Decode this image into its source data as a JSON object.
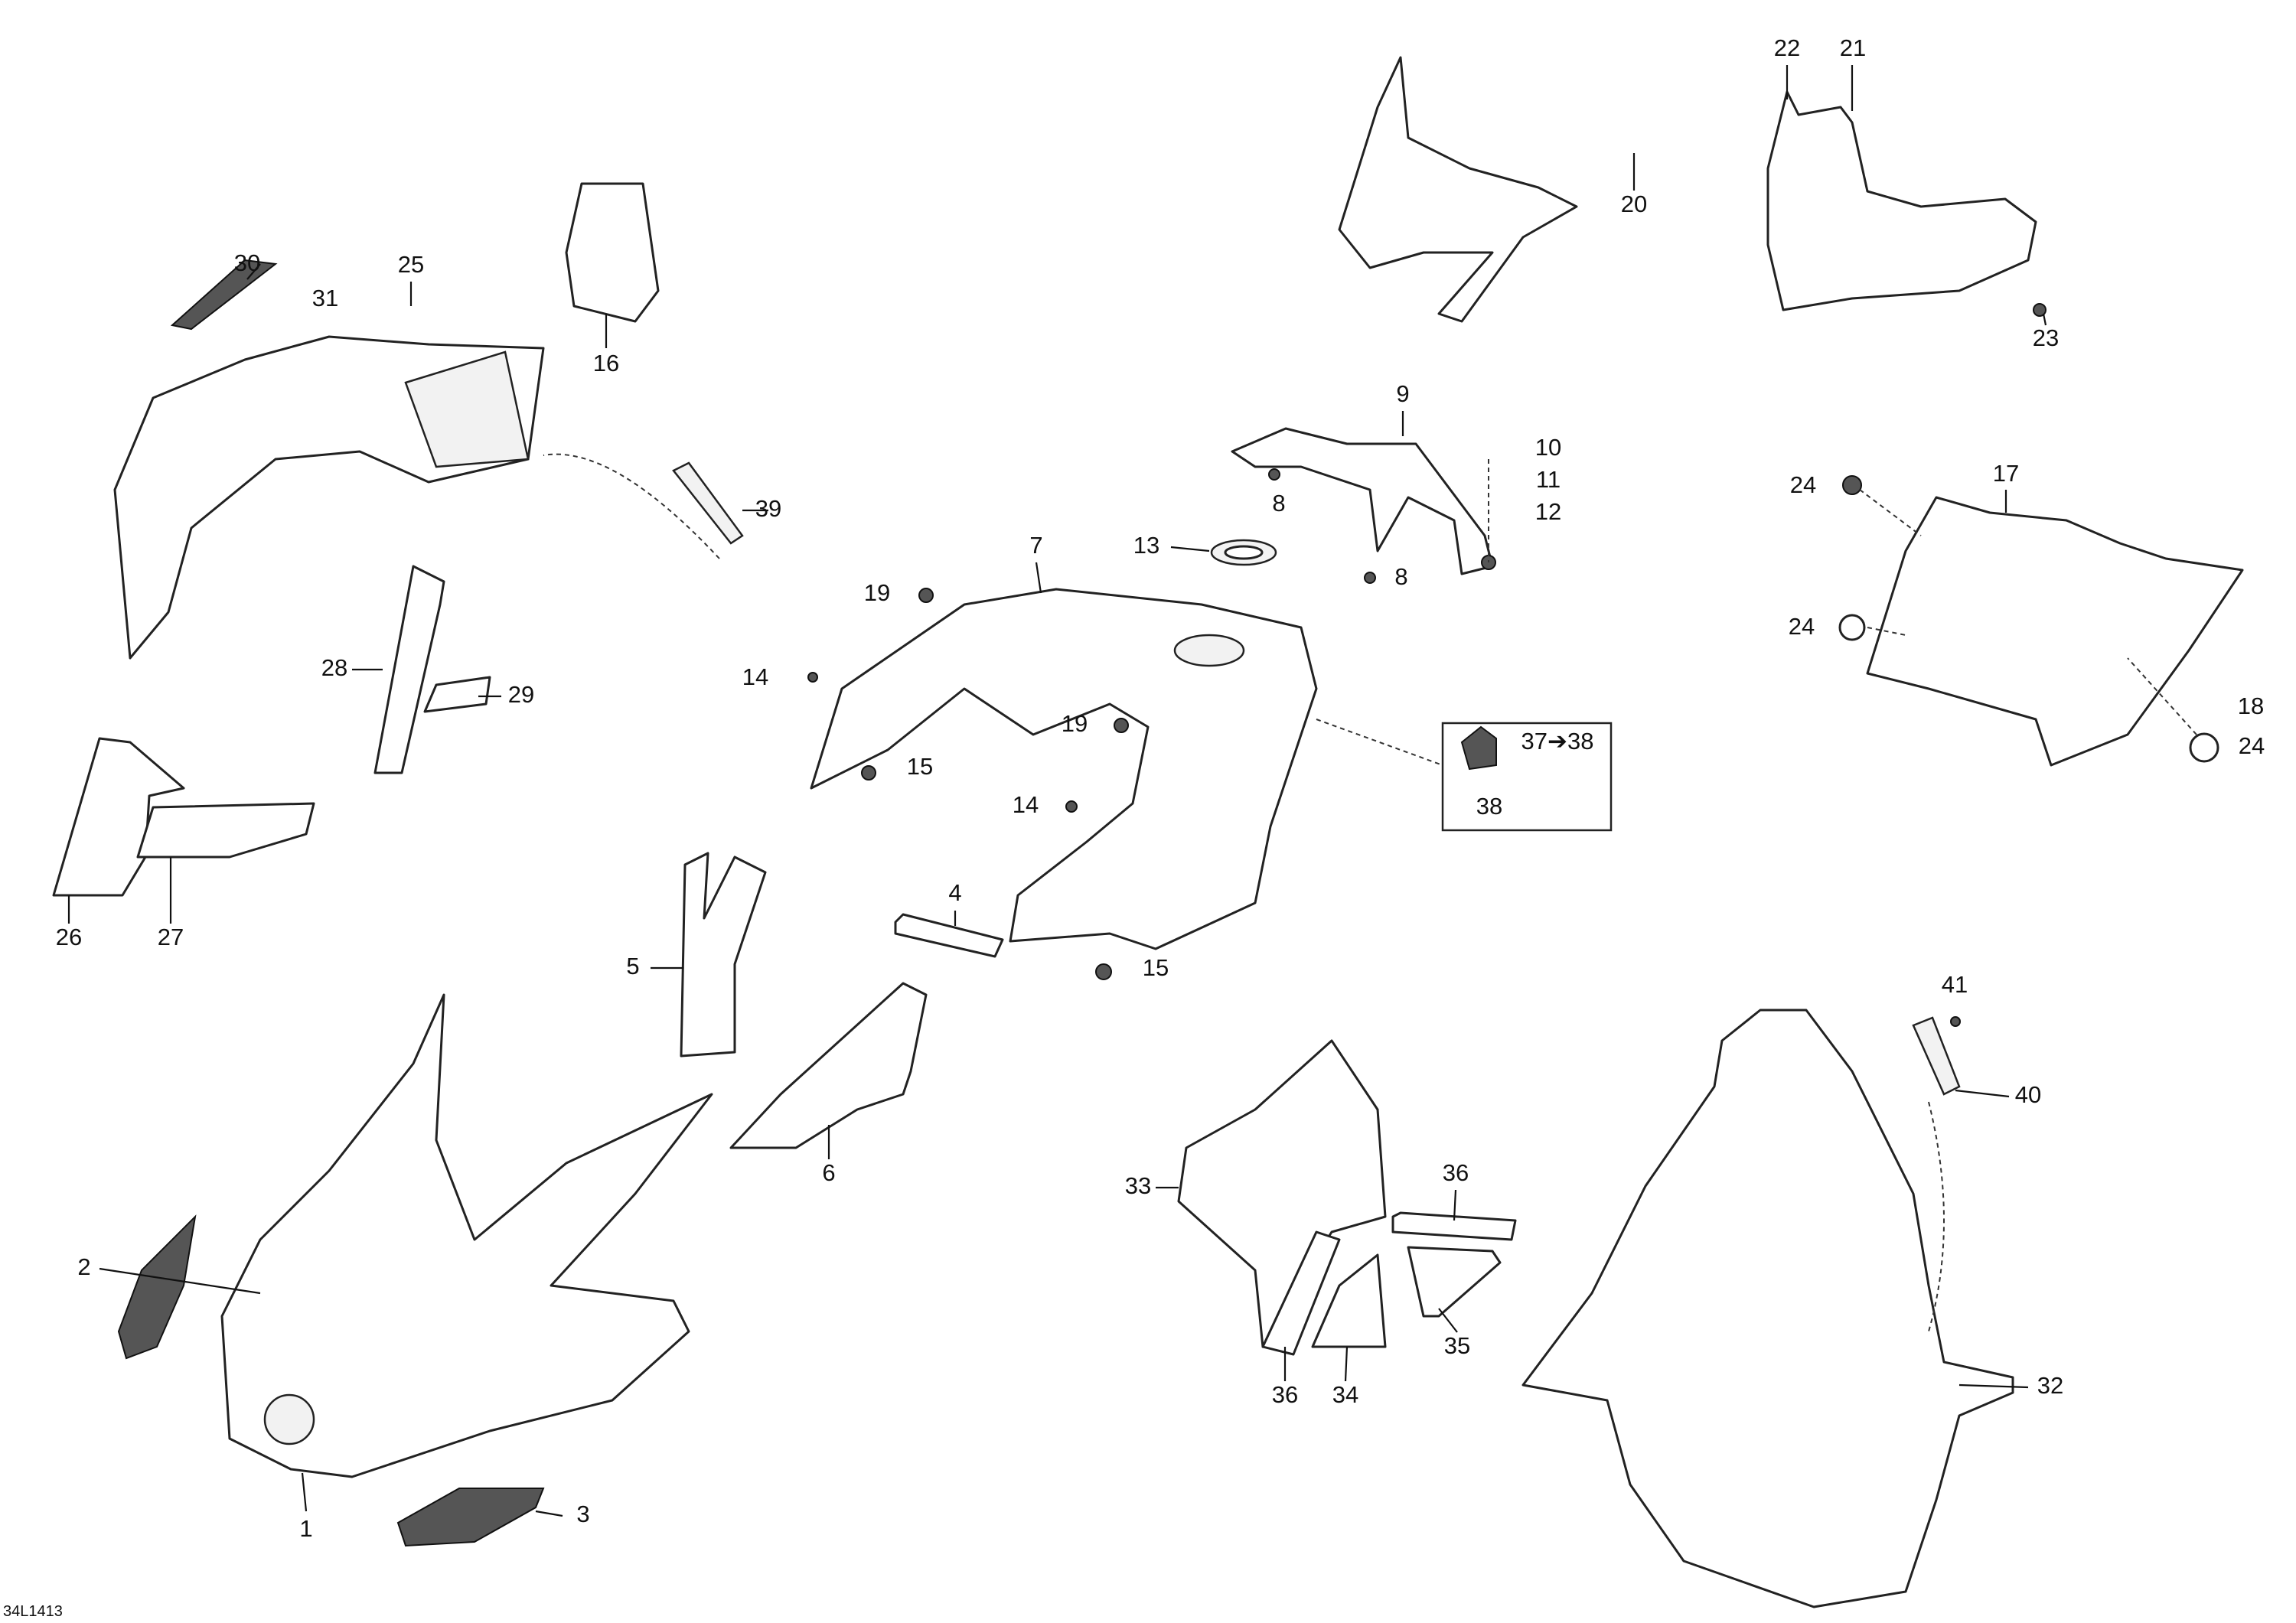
{
  "drawing_code": "34L1413",
  "callouts": {
    "c1": "1",
    "c2": "2",
    "c3": "3",
    "c4": "4",
    "c5": "5",
    "c6": "6",
    "c7": "7",
    "c8a": "8",
    "c8b": "8",
    "c9": "9",
    "c10": "10",
    "c11": "11",
    "c12": "12",
    "c13": "13",
    "c14a": "14",
    "c14b": "14",
    "c15a": "15",
    "c15b": "15",
    "c16": "16",
    "c17": "17",
    "c18": "18",
    "c19a": "19",
    "c19b": "19",
    "c20": "20",
    "c21": "21",
    "c22": "22",
    "c23": "23",
    "c24a": "24",
    "c24b": "24",
    "c24c": "24",
    "c25": "25",
    "c26": "26",
    "c27": "27",
    "c28": "28",
    "c29": "29",
    "c30": "30",
    "c31": "31",
    "c32": "32",
    "c33": "33",
    "c34": "34",
    "c35": "35",
    "c36a": "36",
    "c36b": "36",
    "c37": "37➔38",
    "c38": "38",
    "c39": "39",
    "c40": "40",
    "c41": "41"
  }
}
